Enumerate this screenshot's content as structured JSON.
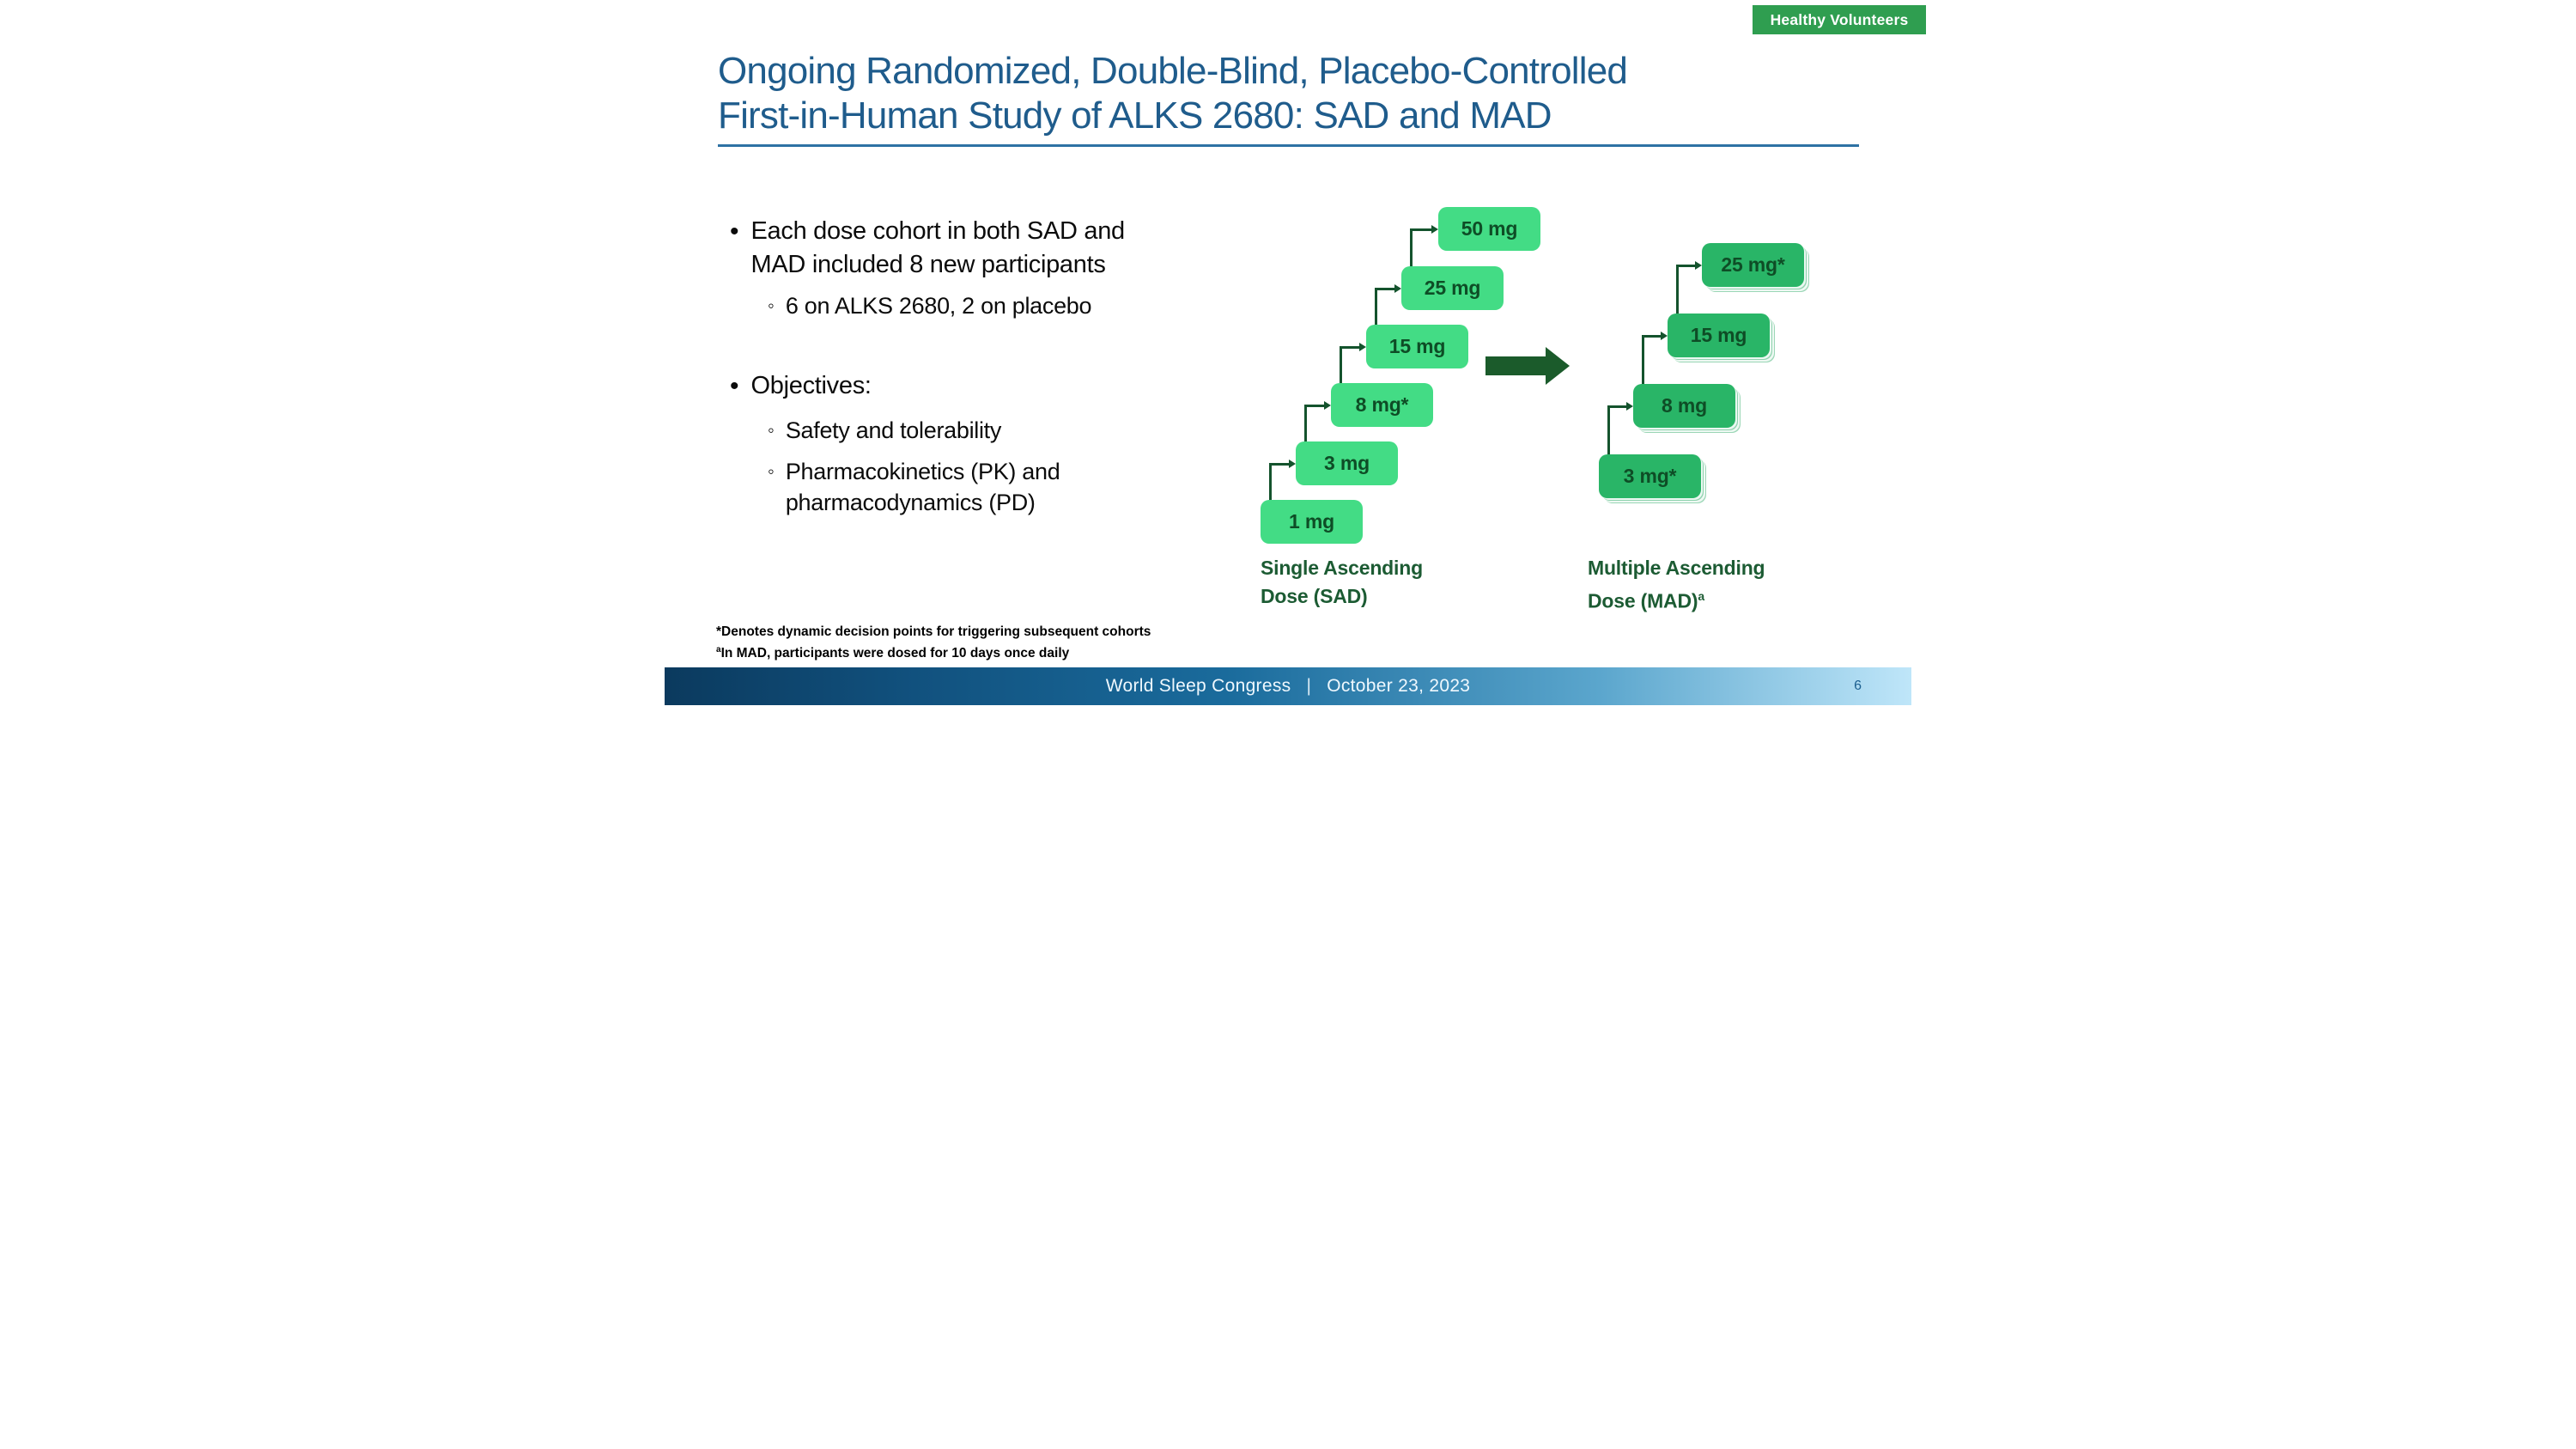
{
  "badge": {
    "label": "Healthy Volunteers"
  },
  "title": {
    "text": "Ongoing Randomized, Double-Blind, Placebo-Controlled\nFirst-in-Human Study of ALKS 2680: SAD and MAD"
  },
  "bullets": {
    "marker": "•",
    "sub_marker": "◦",
    "item1": "Each dose cohort in both SAD and\nMAD included 8 new participants",
    "item1_sub1": "6 on ALKS 2680, 2 on placebo",
    "item2": "Objectives:",
    "item2_sub1": "Safety and tolerability",
    "item2_sub2": "Pharmacokinetics (PK) and\npharmacodynamics (PD)"
  },
  "diagram": {
    "sad": {
      "doses": [
        "1 mg",
        "3 mg",
        "8 mg*",
        "15 mg",
        "25 mg",
        "50 mg"
      ],
      "label": "Single Ascending\nDose (SAD)"
    },
    "mad": {
      "doses": [
        "3 mg*",
        "8 mg",
        "15 mg",
        "25 mg*"
      ],
      "label": "Multiple Ascending\nDose (MAD)",
      "label_sup": "a"
    }
  },
  "footnotes": {
    "line1": "*Denotes dynamic decision points for triggering subsequent cohorts",
    "line2_sup": "a",
    "line2": "In MAD, participants were dosed for 10 days once daily"
  },
  "footer": {
    "congress": "World Sleep Congress",
    "separator": "|",
    "date": "October 23, 2023",
    "page_number": "6"
  },
  "colors": {
    "title_blue": "#1F5C8C",
    "badge_green": "#2F9E50",
    "sad_box_green": "#43DC85",
    "mad_box_green": "#29B567",
    "connector_dark_green": "#14532D",
    "big_arrow_green": "#1B5B2B",
    "label_dark_green": "#1C5B33",
    "footer_gradient_left": "#0B3A5E",
    "footer_gradient_right": "#BFE6F9",
    "page_number_blue": "#1C5F8F"
  }
}
